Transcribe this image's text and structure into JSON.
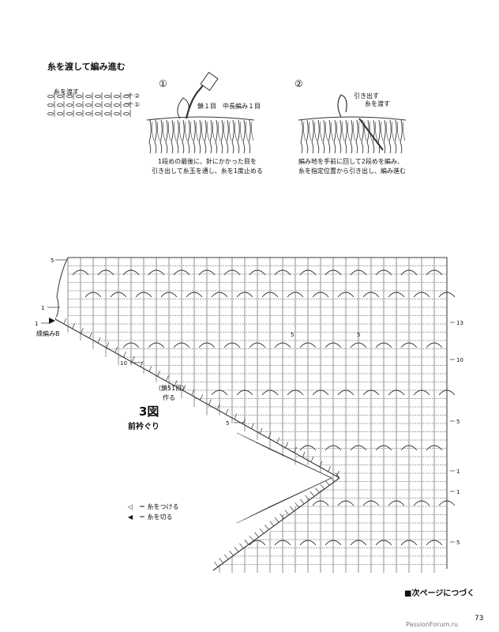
{
  "technique": {
    "heading": "糸を渡して編み進む",
    "small_label": "糸を渡す",
    "marker_1": "①",
    "marker_2": "②",
    "step1_num": "①",
    "step1_callout_a": "鎖１目",
    "step1_callout_b": "中長編み１目",
    "step1_caption": [
      "1段めの最後に、針にかかった目を",
      "引き出して糸玉を通し、糸を1度止める"
    ],
    "step2_num": "②",
    "step2_callout_a": "引き出す",
    "step2_callout_b": "糸を渡す",
    "step2_caption": [
      "編み地を手前に回して2段めを編み、",
      "糸を指定位置から引き出し、編み進む"
    ]
  },
  "chart": {
    "title": "3図",
    "subtitle": "前衿ぐり",
    "edge_label": "縁編みB",
    "chain_note": [
      "（鎖51目）",
      "作る"
    ],
    "left_rows": [
      "5",
      "1",
      "1",
      "10",
      "5"
    ],
    "right_rows": [
      "13",
      "10",
      "5",
      "1",
      "1",
      "5"
    ],
    "inner_5a": "5",
    "inner_5b": "5"
  },
  "legend": {
    "attach_symbol": "◁",
    "attach_label": "＝ 糸をつける",
    "cut_symbol": "◀",
    "cut_label": "＝ 糸を切る"
  },
  "footer": {
    "continue": "■次ページにつづく",
    "page_number": "73",
    "watermark": "PassionForum.ru"
  }
}
